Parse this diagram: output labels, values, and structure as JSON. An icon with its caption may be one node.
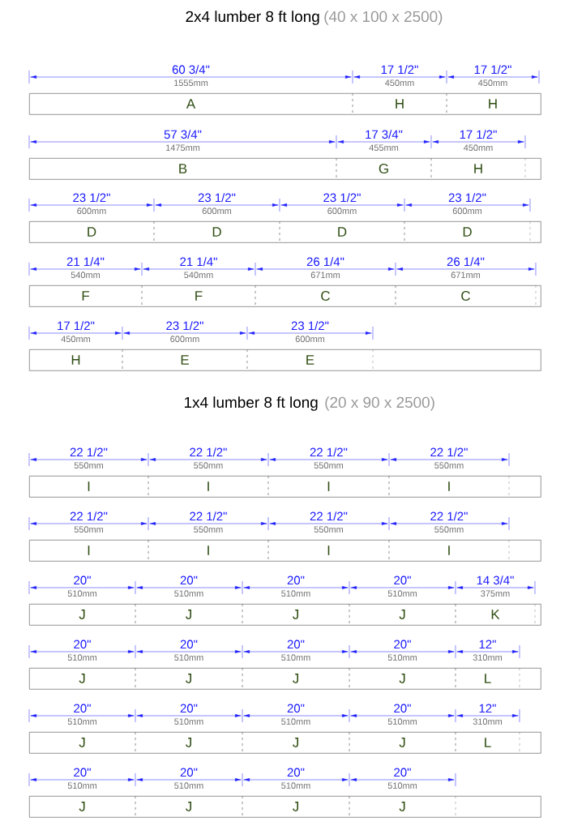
{
  "diagram": {
    "labels": [
      "2x4 lumber 8 ft long",
      "(40 x 100 x 2500)",
      "1x4 lumber 8 ft long",
      "(20 x 90 x 2500)"
    ],
    "nodes": [
      {
        "text": [],
        "shape": "bar"
      },
      {
        "text": [
          "A"
        ],
        "in": 0,
        "beside": [
          "60 3/4\"",
          "1555mm"
        ]
      },
      {
        "text": [
          "H"
        ],
        "in": 0,
        "beside": [
          "17 1/2\"",
          "450mm"
        ]
      },
      {
        "text": [
          "H"
        ],
        "in": 0,
        "beside": [
          "17 1/2\"",
          "450mm"
        ]
      },
      {
        "text": [],
        "shape": "bar"
      },
      {
        "text": [
          "B"
        ],
        "in": 4,
        "beside": [
          "57 3/4\"",
          "1475mm"
        ]
      },
      {
        "text": [
          "G"
        ],
        "in": 4,
        "beside": [
          "17 3/4\"",
          "455mm"
        ]
      },
      {
        "text": [
          "H"
        ],
        "in": 4,
        "beside": [
          "17 1/2\"",
          "450mm"
        ]
      },
      {
        "text": [],
        "shape": "bar"
      },
      {
        "text": [
          "D"
        ],
        "in": 8,
        "beside": [
          "23 1/2\"",
          "600mm"
        ]
      },
      {
        "text": [
          "D"
        ],
        "in": 8,
        "beside": [
          "23 1/2\"",
          "600mm"
        ]
      },
      {
        "text": [
          "D"
        ],
        "in": 8,
        "beside": [
          "23 1/2\"",
          "600mm"
        ]
      },
      {
        "text": [
          "D"
        ],
        "in": 8,
        "beside": [
          "23 1/2\"",
          "600mm"
        ]
      },
      {
        "text": [],
        "shape": "bar"
      },
      {
        "text": [
          "F"
        ],
        "in": 13,
        "beside": [
          "21 1/4\"",
          "540mm"
        ]
      },
      {
        "text": [
          "F"
        ],
        "in": 13,
        "beside": [
          "21 1/4\"",
          "540mm"
        ]
      },
      {
        "text": [
          "C"
        ],
        "in": 13,
        "beside": [
          "26 1/4\"",
          "671mm"
        ]
      },
      {
        "text": [
          "C"
        ],
        "in": 13,
        "beside": [
          "26 1/4\"",
          "671mm"
        ]
      },
      {
        "text": [],
        "shape": "bar"
      },
      {
        "text": [
          "H"
        ],
        "in": 18,
        "beside": [
          "17 1/2\"",
          "450mm"
        ]
      },
      {
        "text": [
          "E"
        ],
        "in": 18,
        "beside": [
          "23 1/2\"",
          "600mm"
        ]
      },
      {
        "text": [
          "E"
        ],
        "in": 18,
        "beside": [
          "23 1/2\"",
          "600mm"
        ]
      },
      {
        "text": [],
        "shape": "bar"
      },
      {
        "text": [
          "I"
        ],
        "in": 22,
        "beside": [
          "22 1/2\"",
          "550mm"
        ]
      },
      {
        "text": [
          "I"
        ],
        "in": 22,
        "beside": [
          "22 1/2\"",
          "550mm"
        ]
      },
      {
        "text": [
          "I"
        ],
        "in": 22,
        "beside": [
          "22 1/2\"",
          "550mm"
        ]
      },
      {
        "text": [
          "I"
        ],
        "in": 22,
        "beside": [
          "22 1/2\"",
          "550mm"
        ]
      },
      {
        "text": [],
        "shape": "bar"
      },
      {
        "text": [
          "I"
        ],
        "in": 27,
        "beside": [
          "22 1/2\"",
          "550mm"
        ]
      },
      {
        "text": [
          "I"
        ],
        "in": 27,
        "beside": [
          "22 1/2\"",
          "550mm"
        ]
      },
      {
        "text": [
          "I"
        ],
        "in": 27,
        "beside": [
          "22 1/2\"",
          "550mm"
        ]
      },
      {
        "text": [
          "I"
        ],
        "in": 27,
        "beside": [
          "22 1/2\"",
          "550mm"
        ]
      },
      {
        "text": [],
        "shape": "bar"
      },
      {
        "text": [
          "J"
        ],
        "in": 32,
        "beside": [
          "20\"",
          "510mm"
        ]
      },
      {
        "text": [
          "J"
        ],
        "in": 32,
        "beside": [
          "20\"",
          "510mm"
        ]
      },
      {
        "text": [
          "J"
        ],
        "in": 32,
        "beside": [
          "20\"",
          "510mm"
        ]
      },
      {
        "text": [
          "J"
        ],
        "in": 32,
        "beside": [
          "20\"",
          "510mm"
        ]
      },
      {
        "text": [
          "K"
        ],
        "in": 32,
        "beside": [
          "14 3/4\"",
          "375mm"
        ]
      },
      {
        "text": [],
        "shape": "bar"
      },
      {
        "text": [
          "J"
        ],
        "in": 38,
        "beside": [
          "20\"",
          "510mm"
        ]
      },
      {
        "text": [
          "J"
        ],
        "in": 38,
        "beside": [
          "20\"",
          "510mm"
        ]
      },
      {
        "text": [
          "J"
        ],
        "in": 38,
        "beside": [
          "20\"",
          "510mm"
        ]
      },
      {
        "text": [
          "J"
        ],
        "in": 38,
        "beside": [
          "20\"",
          "510mm"
        ]
      },
      {
        "text": [
          "L"
        ],
        "in": 38,
        "beside": [
          "12\"",
          "310mm"
        ]
      },
      {
        "text": [],
        "shape": "bar"
      },
      {
        "text": [
          "J"
        ],
        "in": 44,
        "beside": [
          "20\"",
          "510mm"
        ]
      },
      {
        "text": [
          "J"
        ],
        "in": 44,
        "beside": [
          "20\"",
          "510mm"
        ]
      },
      {
        "text": [
          "J"
        ],
        "in": 44,
        "beside": [
          "20\"",
          "510mm"
        ]
      },
      {
        "text": [
          "J"
        ],
        "in": 44,
        "beside": [
          "20\"",
          "510mm"
        ]
      },
      {
        "text": [
          "L"
        ],
        "in": 44,
        "beside": [
          "12\"",
          "310mm"
        ]
      },
      {
        "text": [],
        "shape": "bar"
      },
      {
        "text": [
          "J"
        ],
        "in": 50,
        "beside": [
          "20\"",
          "510mm"
        ]
      },
      {
        "text": [
          "J"
        ],
        "in": 50,
        "beside": [
          "20\"",
          "510mm"
        ]
      },
      {
        "text": [
          "J"
        ],
        "in": 50,
        "beside": [
          "20\"",
          "510mm"
        ]
      },
      {
        "text": [
          "J"
        ],
        "in": 50,
        "beside": [
          "20\"",
          "510mm"
        ]
      }
    ]
  }
}
